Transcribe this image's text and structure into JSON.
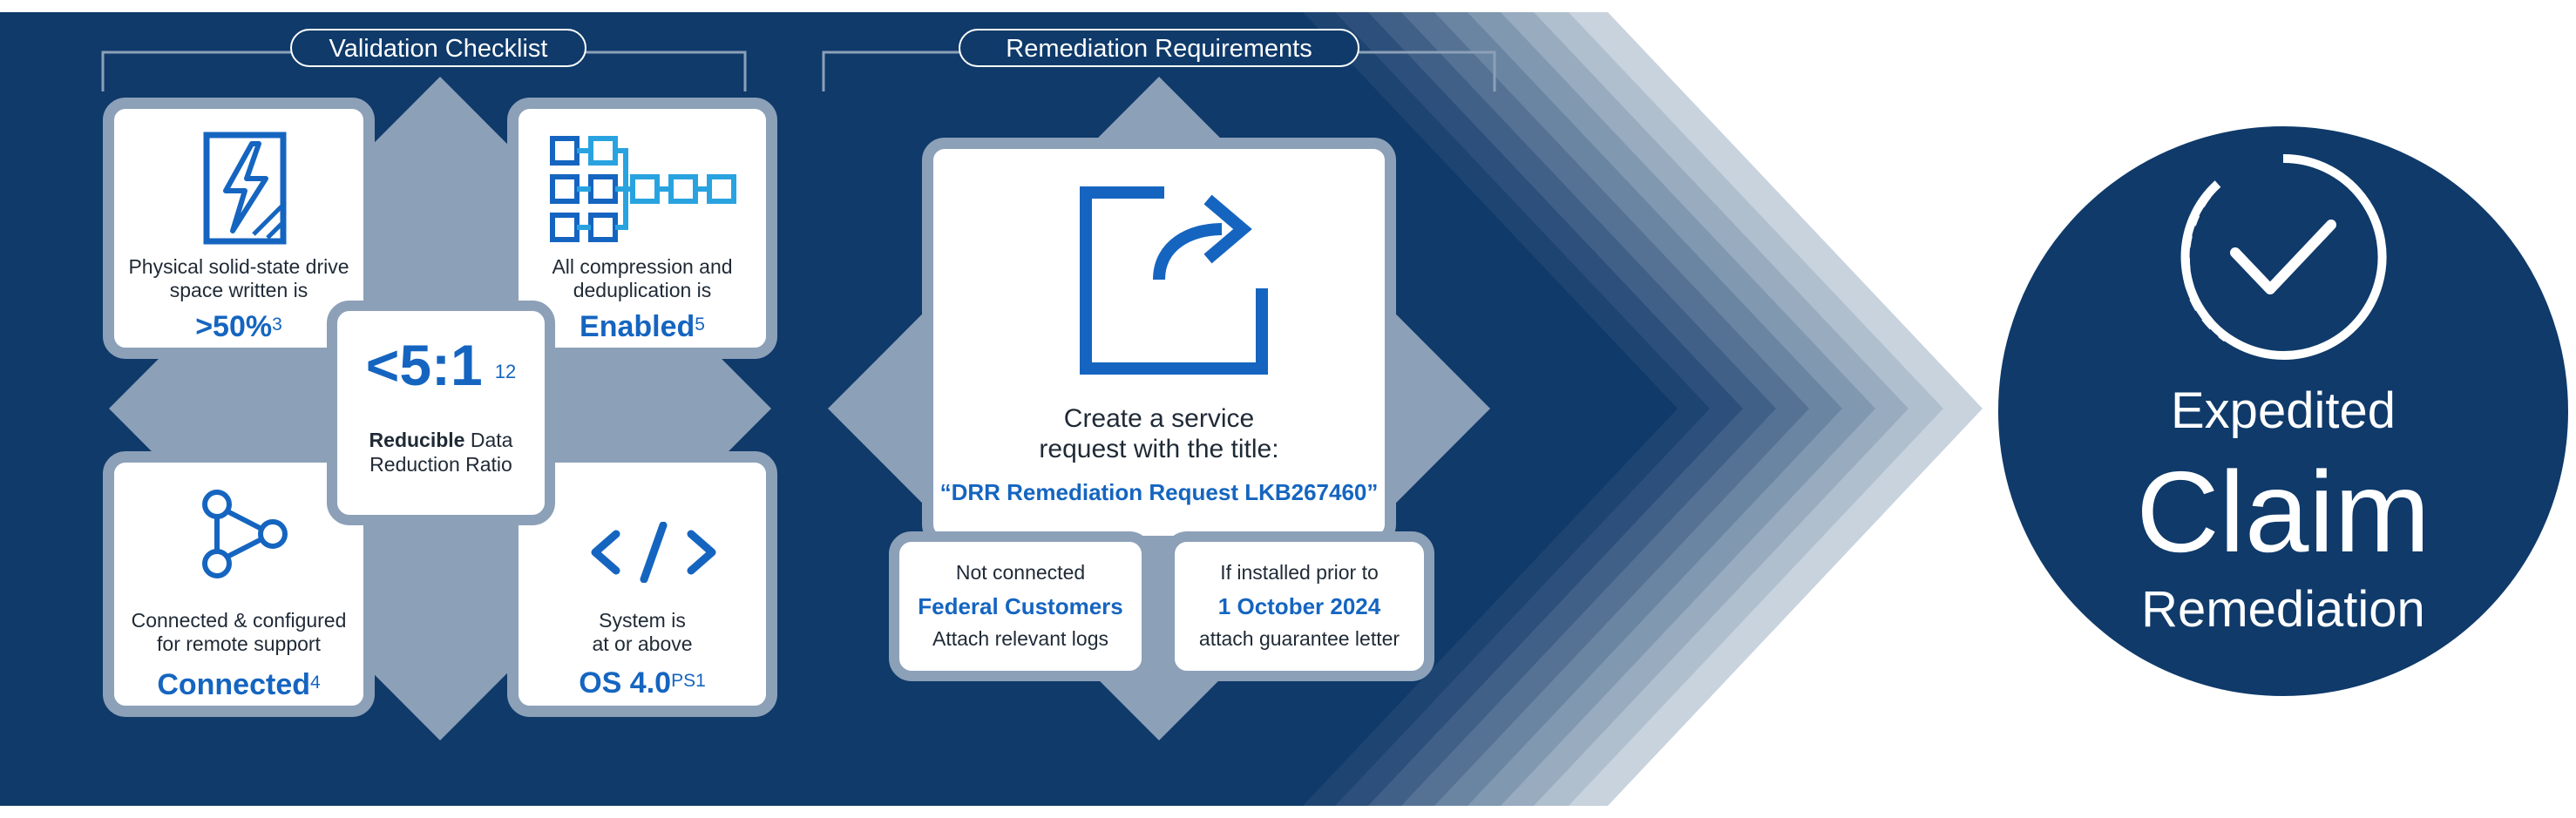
{
  "colors": {
    "navy": "#0f3a6a",
    "steel": "#8ca0b8",
    "accent_blue": "#1565c0",
    "light_blue": "#29a3e0",
    "white": "#ffffff"
  },
  "checklist": {
    "title": "Validation Checklist",
    "ssd": {
      "icon": "ssd-lightning-icon",
      "line1": "Physical solid-state drive",
      "line2": "space written is",
      "value": ">50%",
      "note": "3"
    },
    "compression": {
      "icon": "deduplication-icon",
      "line1": "All compression and",
      "line2": "deduplication is",
      "value": "Enabled",
      "note": "5"
    },
    "support": {
      "icon": "network-nodes-icon",
      "line1": "Connected & configured",
      "line2": "for remote support",
      "value": "Connected",
      "note": "4"
    },
    "os": {
      "icon": "code-icon",
      "line1": "System is",
      "line2": "at or above",
      "value": "OS 4.0",
      "note": "PS1"
    },
    "ratio": {
      "value": "<5:1",
      "note": "12",
      "bold_word": "Reducible",
      "line1_rest": " Data",
      "line2": "Reduction Ratio"
    }
  },
  "remediation": {
    "title": "Remediation Requirements",
    "icon": "share-arrow-icon",
    "line1": "Create a service",
    "line2": "request with the title:",
    "request_title": "“DRR Remediation Request LKB267460”",
    "left_box": {
      "line1": "Not connected",
      "highlight": "Federal Customers",
      "line2": "Attach relevant logs"
    },
    "right_box": {
      "line1": "If installed prior to",
      "highlight": "1 October 2024",
      "line2": "attach guarantee letter"
    }
  },
  "result": {
    "icon": "dashed-check-circle-icon",
    "line1": "Expedited",
    "line2": "Claim",
    "line3": "Remediation"
  }
}
